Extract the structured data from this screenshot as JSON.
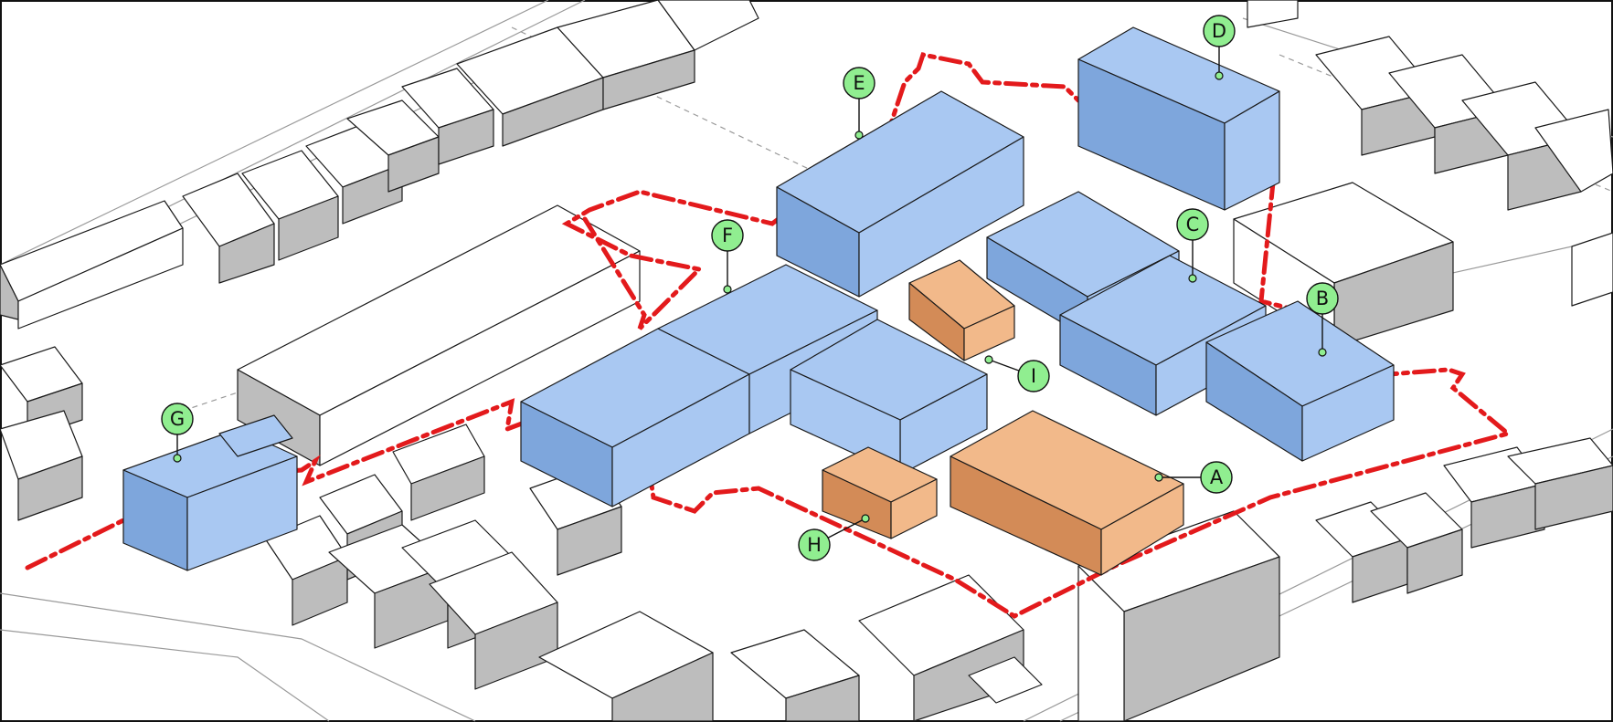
{
  "colors": {
    "proposed": "#a9c8f2",
    "proposed_dark": "#7ea6dc",
    "retained": "#f2b98a",
    "retained_dark": "#d38b57",
    "context": "#ffffff",
    "context_shade": "#bdbdbd",
    "boundary": "#e31a1c",
    "marker": "#90ee90",
    "outline": "#1a1a1a"
  },
  "markers": [
    {
      "id": "marker-a",
      "label": "A"
    },
    {
      "id": "marker-b",
      "label": "B"
    },
    {
      "id": "marker-c",
      "label": "C"
    },
    {
      "id": "marker-d",
      "label": "D"
    },
    {
      "id": "marker-e",
      "label": "E"
    },
    {
      "id": "marker-f",
      "label": "F"
    },
    {
      "id": "marker-g",
      "label": "G"
    },
    {
      "id": "marker-h",
      "label": "H"
    },
    {
      "id": "marker-i",
      "label": "I"
    }
  ]
}
